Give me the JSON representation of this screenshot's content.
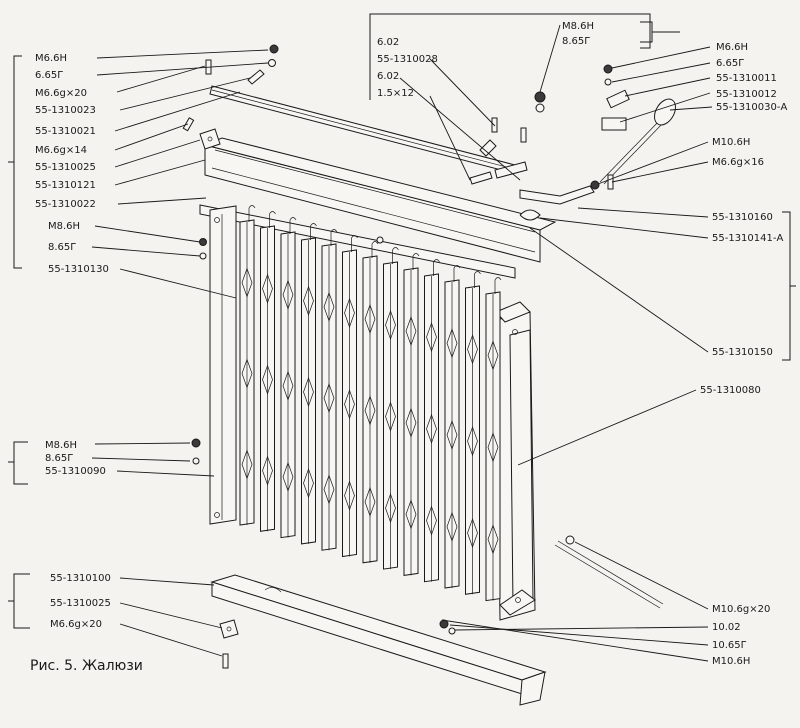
{
  "caption": "Рис. 5. Жалюзи",
  "labels": {
    "left_top": [
      "М6.6Н",
      "6.65Г",
      "М6.6g×20",
      "55-1310023",
      "55-1310021",
      "М6.6g×14",
      "55-1310025",
      "55-1310121",
      "55-1310022",
      "М8.6Н",
      "8.65Г",
      "55-1310130"
    ],
    "left_mid": [
      "М8.6Н",
      "8.65Г",
      "55-1310090"
    ],
    "bottom_left": [
      "55-1310100",
      "55-1310025",
      "М6.6g×20"
    ],
    "top_center": [
      "6.02",
      "55-1310028",
      "6.02",
      "1.5×12"
    ],
    "top_right_pair": [
      "М8.6Н",
      "8.65Г"
    ],
    "right_top": [
      "М6.6Н",
      "6.65Г",
      "55-1310011",
      "55-1310012",
      "55-1310030-А",
      "М10.6Н",
      "М6.6g×16"
    ],
    "right_mid": [
      "55-1310160",
      "55-1310141-А",
      "55-1310150",
      "55-1310080"
    ],
    "right_bottom": [
      "М10.6g×20",
      "10.02",
      "10.65Г",
      "М10.6Н"
    ]
  }
}
